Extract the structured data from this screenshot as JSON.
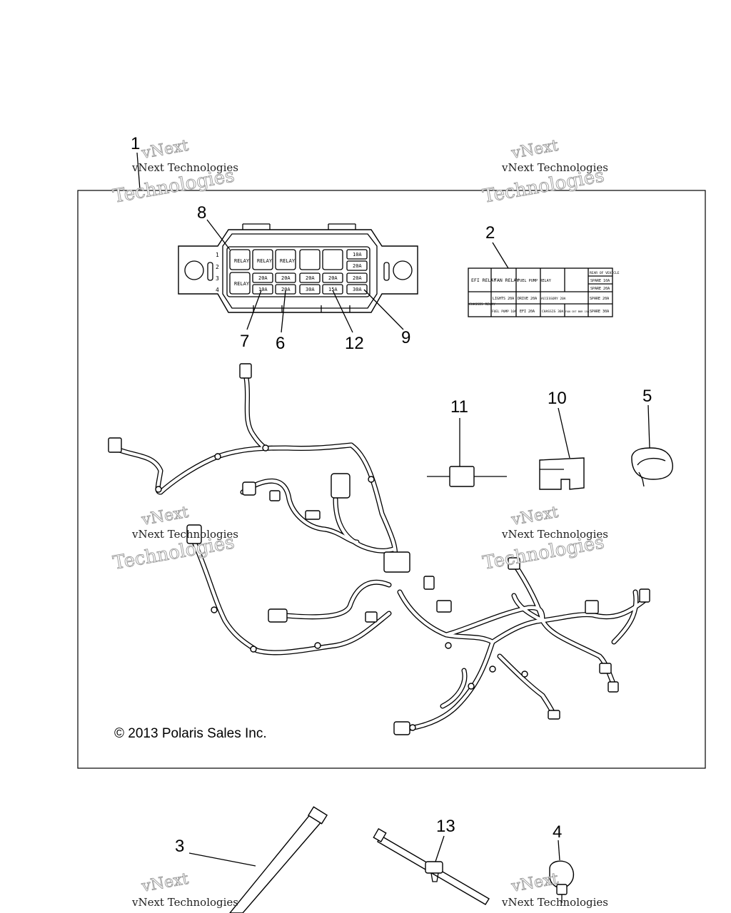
{
  "diagram": {
    "callouts": [
      {
        "id": "1",
        "label": "1"
      },
      {
        "id": "2",
        "label": "2"
      },
      {
        "id": "3",
        "label": "3"
      },
      {
        "id": "4",
        "label": "4"
      },
      {
        "id": "5",
        "label": "5"
      },
      {
        "id": "6",
        "label": "6"
      },
      {
        "id": "7",
        "label": "7"
      },
      {
        "id": "8",
        "label": "8"
      },
      {
        "id": "9",
        "label": "9"
      },
      {
        "id": "10",
        "label": "10"
      },
      {
        "id": "11",
        "label": "11"
      },
      {
        "id": "12",
        "label": "12"
      },
      {
        "id": "13",
        "label": "13"
      }
    ],
    "copyright": "© 2013 Polaris Sales Inc.",
    "watermark": {
      "line1": "vNext",
      "line2": "vNext Technologies",
      "line3": "Technologies"
    }
  },
  "fuse_box": {
    "row_numbers": [
      "1",
      "2",
      "3",
      "4"
    ],
    "relay_labels": [
      "RELAY",
      "RELAY",
      "RELAY",
      "RELAY"
    ],
    "fuse_ratings_right": [
      "10A",
      "20A",
      "20A",
      "30A"
    ],
    "fuse_ratings_row3": [
      "20A",
      "20A",
      "20A",
      "20A"
    ],
    "fuse_ratings_row4": [
      "10A",
      "20A",
      "30A",
      "15A"
    ]
  },
  "fuse_label": {
    "r1": [
      "EFI RELAY",
      "FAN RELAY",
      "FUEL PUMP RELAY"
    ],
    "rear": "REAR OF VEHICLE",
    "spare10": "SPARE 10A",
    "spare20a": "SPARE 20A",
    "chassis_relay": "CHASSIS RELAY",
    "lights": "LIGHTS 20A",
    "drive": "DRIVE 20A",
    "accessory": "ACCESSORY 20A",
    "spare20b": "SPARE 20A",
    "fuel_pump": "FUEL PUMP 10A",
    "efi": "EFI 20A",
    "chassis": "CHASSIS 30A",
    "fan_ckt": "FAN CKT BKR 15A",
    "spare30": "SPARE 30A"
  }
}
